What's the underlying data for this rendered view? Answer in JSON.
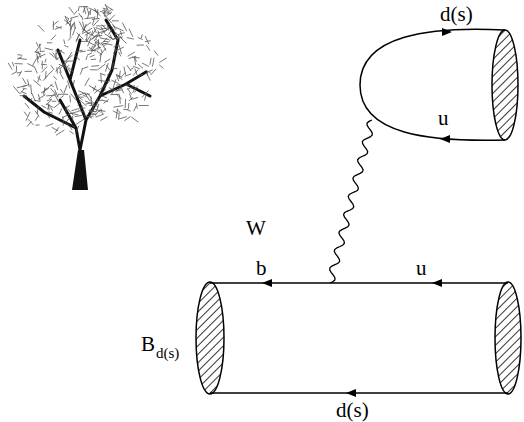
{
  "diagram": {
    "labels": [
      "d(s)",
      "u",
      "W",
      "b",
      "u",
      "B",
      "d(s)",
      "d(s)"
    ]
  }
}
